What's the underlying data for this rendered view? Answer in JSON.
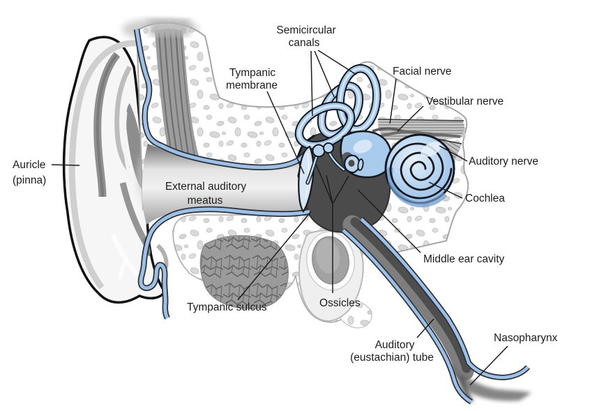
{
  "figure": {
    "type": "anatomical-diagram",
    "subject": "Cross-section of the human ear"
  },
  "labels": {
    "semicircular_canals": {
      "line1": "Semicircular",
      "line2": "canals"
    },
    "tympanic_membrane": {
      "line1": "Tympanic",
      "line2": "membrane"
    },
    "facial_nerve": "Facial nerve",
    "vestibular_nerve": "Vestibular nerve",
    "auditory_nerve": "Auditory nerve",
    "cochlea": "Cochlea",
    "middle_ear_cavity": "Middle ear cavity",
    "auricle": {
      "line1": "Auricle",
      "line2": "(pinna)"
    },
    "external_auditory_meatus": {
      "line1": "External auditory",
      "line2": "meatus"
    },
    "tympanic_sulcus": "Tympanic sulcus",
    "ossicles": "Ossicles",
    "auditory_tube": {
      "line1": "Auditory",
      "line2": "(eustachian) tube"
    },
    "nasopharynx": "Nasopharynx"
  },
  "colors": {
    "inner_ear_blue": "#a6c8ea",
    "inner_ear_highlight": "#d9e9f8",
    "skin_lining_blue": "#9dc0e6",
    "cavity_dark": "#4b4b4b",
    "bone_speckle": "#dadada",
    "label_text": "#1b1b1b",
    "outline_black": "#14181f"
  }
}
